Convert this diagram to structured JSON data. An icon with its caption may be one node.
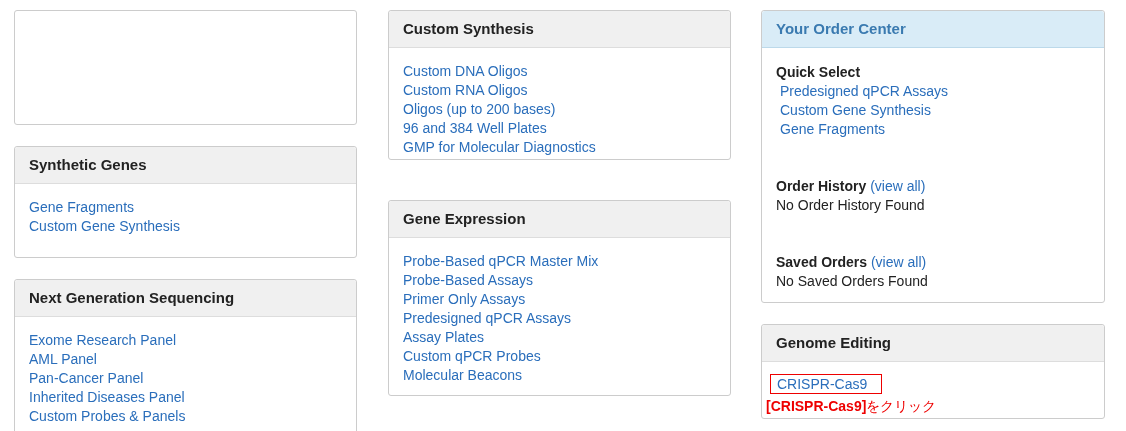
{
  "diagram": {
    "nodes": [
      {
        "text": [],
        "shape": "box"
      },
      {
        "text": [
          "Synthetic Genes",
          "Gene Fragments",
          "Custom Gene Synthesis"
        ]
      },
      {
        "text": [
          "Next Generation Sequencing",
          "Exome Research Panel",
          "AML Panel",
          "Pan-Cancer Panel",
          "Inherited Diseases Panel",
          "Custom Probes & Panels"
        ]
      },
      {
        "text": [
          "Custom Synthesis",
          "Custom DNA Oligos",
          "Custom RNA Oligos",
          "Oligos (up to 200 bases)",
          "96 and 384 Well Plates",
          "GMP for Molecular Diagnostics"
        ]
      },
      {
        "text": [
          "Gene Expression",
          "Probe-Based qPCR Master Mix",
          "Probe-Based Assays",
          "Primer Only Assays",
          "Predesigned qPCR Assays",
          "Assay Plates",
          "Custom qPCR Probes",
          "Molecular Beacons"
        ]
      },
      {
        "text": [
          "Your Order Center",
          "Quick Select",
          "Predesigned qPCR Assays",
          "Custom Gene Synthesis",
          "Gene Fragments",
          "Order History",
          "(view all)",
          "No Order History Found",
          "Saved Orders",
          "(view all)",
          "No Saved Orders Found"
        ]
      },
      {
        "text": [
          "Genome Editing"
        ]
      },
      {
        "text": [
          "CRISPR-Cas9"
        ],
        "in": 6
      }
    ],
    "labels": [
      "**[CRISPR-Cas9]**をクリック"
    ]
  }
}
